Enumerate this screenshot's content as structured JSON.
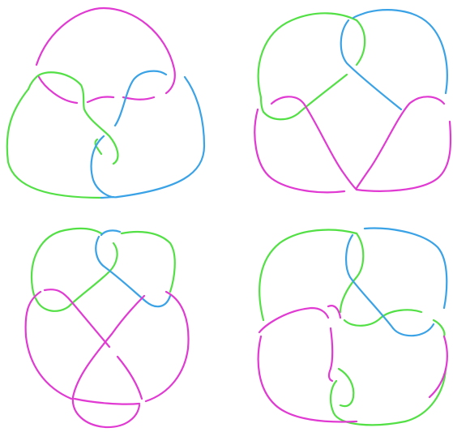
{
  "colors": {
    "background": "#ffffff",
    "magenta": "#e13ad3",
    "green": "#52e045",
    "blue": "#3aa2e6"
  },
  "figures": [
    {
      "name": "knot-diagram-top-left"
    },
    {
      "name": "knot-diagram-top-right"
    },
    {
      "name": "knot-diagram-bottom-left"
    },
    {
      "name": "knot-diagram-bottom-right"
    }
  ]
}
